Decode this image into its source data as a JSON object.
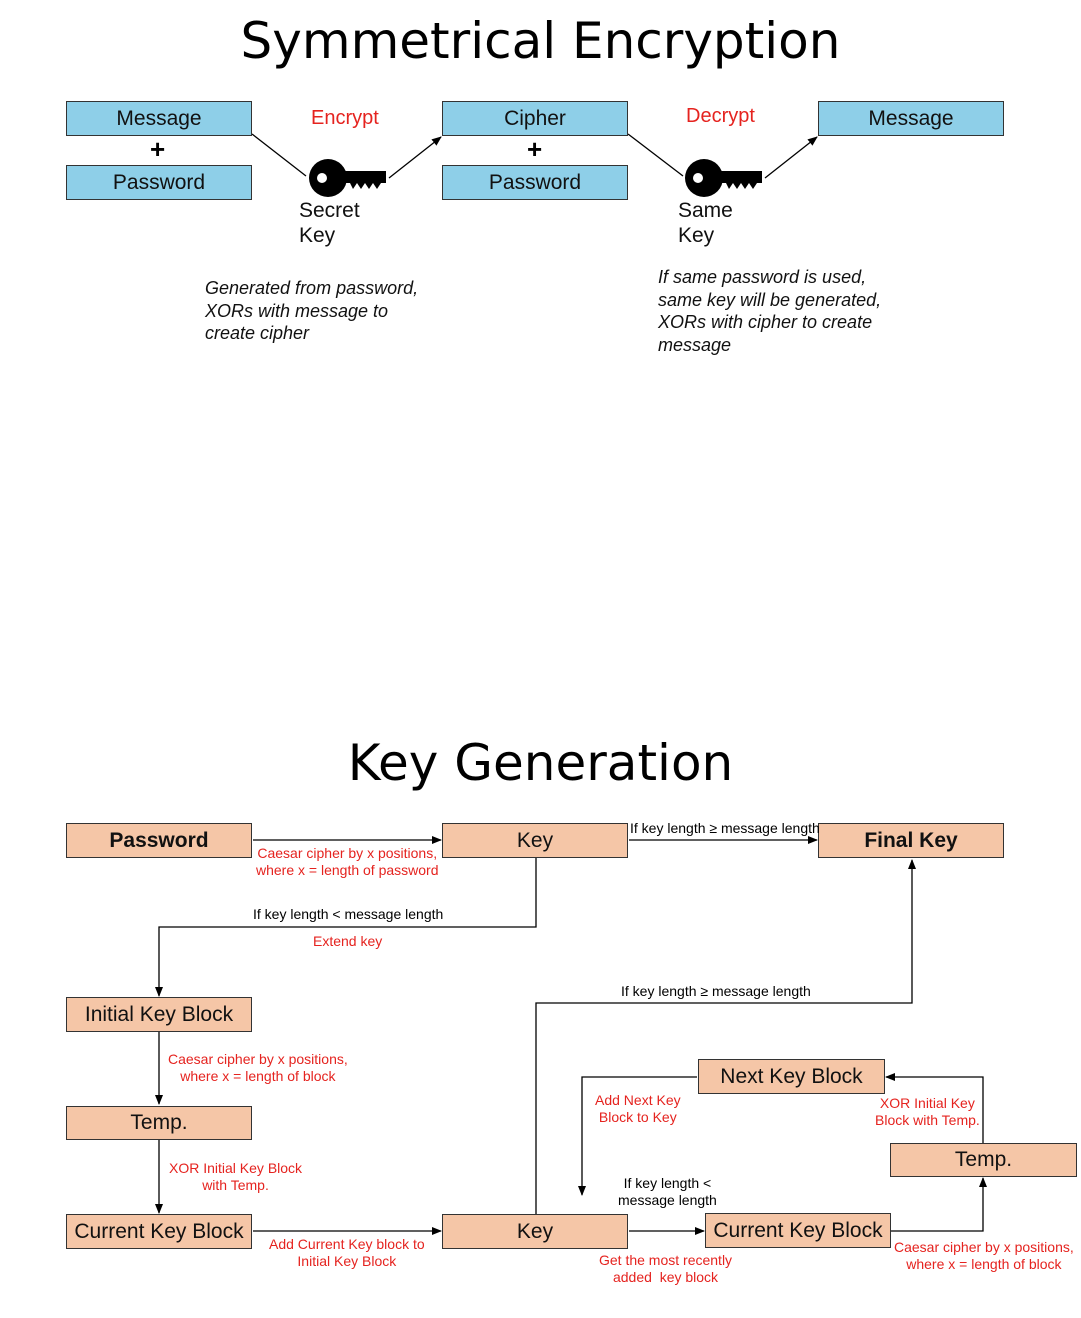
{
  "symmetric": {
    "title": "Symmetrical Encryption",
    "message_left": "Message",
    "password_left": "Password",
    "plus": "+",
    "encrypt_label": "Encrypt",
    "cipher": "Cipher",
    "password_mid": "Password",
    "decrypt_label": "Decrypt",
    "message_right": "Message",
    "secret_key_label": "Secret\nKey",
    "same_key_label": "Same\nKey",
    "note_left": "Generated from password,\nXORs with message to\ncreate cipher",
    "note_right": "If same password is used,\nsame key will be generated,\nXORs with cipher to create\nmessage"
  },
  "keygen": {
    "title": "Key Generation",
    "boxes": {
      "password": "Password",
      "key_top": "Key",
      "final_key": "Final Key",
      "initial_key_block": "Initial Key Block",
      "temp_left": "Temp.",
      "current_key_block_left": "Current Key Block",
      "key_bottom": "Key",
      "current_key_block_right": "Current Key Block",
      "next_key_block": "Next Key Block",
      "temp_right": "Temp."
    },
    "labels": {
      "caesar_password": "Caesar cipher by x positions,\nwhere x = length of password",
      "if_ge_top": "If key length ≥ message length",
      "if_lt_top": "If key length < message length",
      "extend_key": "Extend key",
      "if_ge_mid": "If key length ≥ message length",
      "caesar_block_left": "Caesar cipher by x positions,\nwhere x = length of block",
      "xor_left": "XOR Initial Key Block\nwith Temp.",
      "add_current": "Add Current Key block to\nInitial Key Block",
      "add_next": "Add Next Key\nBlock to Key",
      "xor_right": "XOR Initial Key\nBlock with Temp.",
      "if_lt_bottom": "If key length <\nmessage length",
      "get_recent": "Get the most recently\nadded  key block",
      "caesar_block_right": "Caesar cipher by x positions,\nwhere x = length of block"
    }
  }
}
